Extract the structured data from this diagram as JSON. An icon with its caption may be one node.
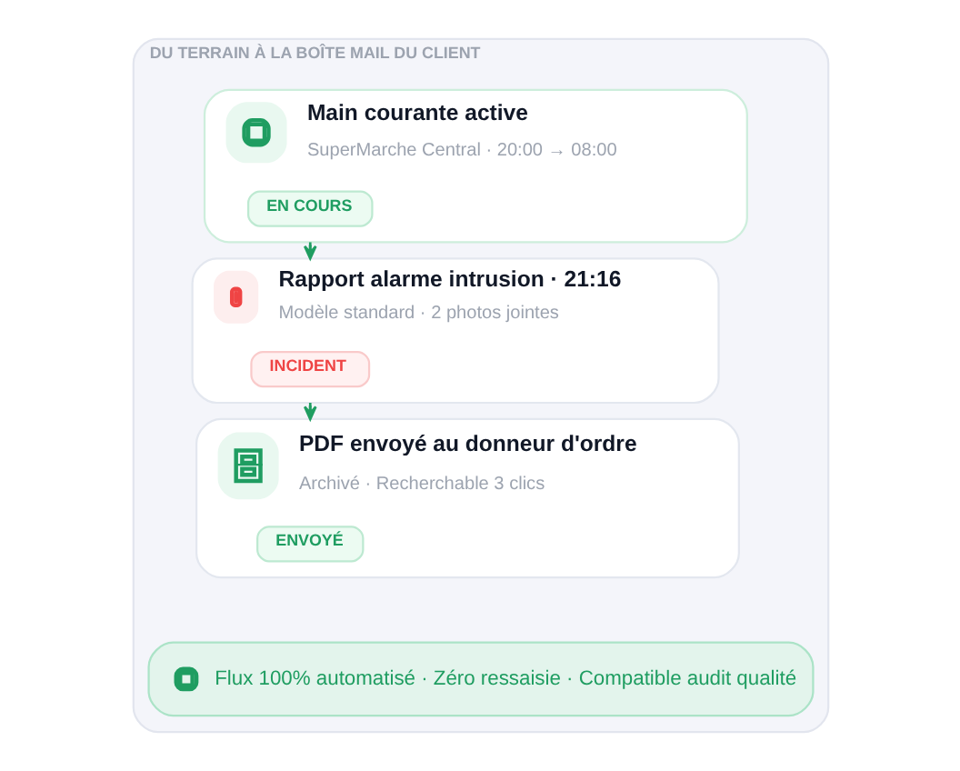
{
  "diagram": {
    "nodes": [
      {
        "text": [
          "DU TERRAIN À LA BOÎTE MAIL DU CLIENT"
        ]
      },
      {
        "text": [
          "Main courante active",
          "SuperMarche Central · 20:00 → 08:00"
        ],
        "in": 0
      },
      {
        "text": [
          "EN COURS"
        ],
        "in": 1
      },
      {
        "text": [
          "Rapport alarme intrusion · 21:16",
          "Modèle standard · 2 photos jointes"
        ],
        "in": 0
      },
      {
        "text": [
          "INCIDENT"
        ],
        "in": 3
      },
      {
        "text": [
          "PDF envoyé au donneur d'ordre",
          "Archivé · Recherchable 3 clics"
        ],
        "in": 0
      },
      {
        "text": [
          "ENVOYÉ"
        ],
        "in": 5
      },
      {
        "text": [
          "Flux 100% automatisé · Zéro ressaisie · Compatible audit qualité"
        ],
        "in": 0
      }
    ],
    "edges": [
      {
        "from": 1,
        "to": 3,
        "arrow": "to"
      },
      {
        "from": 3,
        "to": 5,
        "arrow": "to"
      }
    ]
  }
}
